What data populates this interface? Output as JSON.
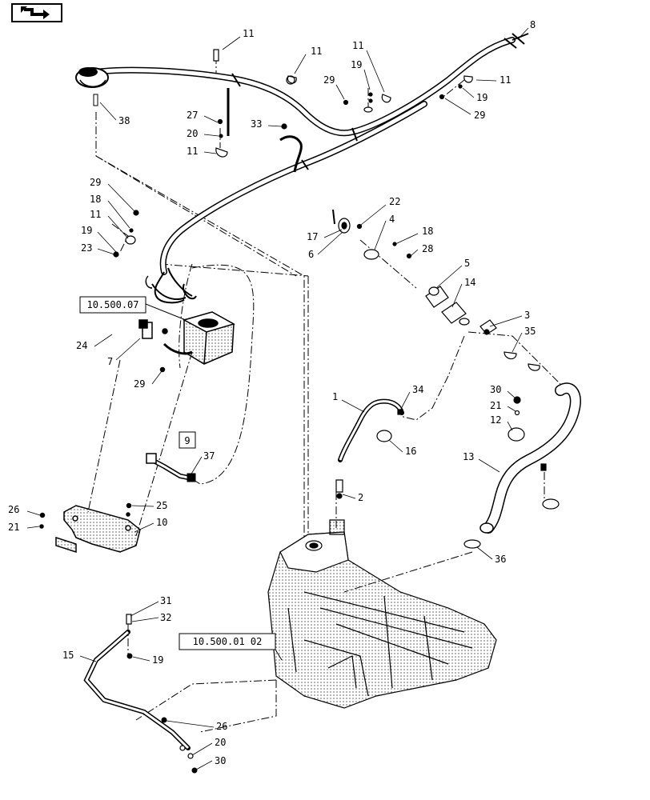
{
  "nav": {
    "icon": "page-turn-icon"
  },
  "references": {
    "ref_a": "10.500.07",
    "ref_b": "9",
    "ref_c": "10.500.01 02"
  },
  "callouts": {
    "c1": "1",
    "c2": "2",
    "c3": "3",
    "c4": "4",
    "c5": "5",
    "c6": "6",
    "c7": "7",
    "c8": "8",
    "c10": "10",
    "c11a": "11",
    "c11b": "11",
    "c11c": "11",
    "c11d": "11",
    "c11e": "11",
    "c11f": "11",
    "c12": "12",
    "c13": "13",
    "c14": "14",
    "c15": "15",
    "c16": "16",
    "c17": "17",
    "c18a": "18",
    "c18b": "18",
    "c19a": "19",
    "c19b": "19",
    "c19c": "19",
    "c19d": "19",
    "c20a": "20",
    "c20b": "20",
    "c21a": "21",
    "c21b": "21",
    "c22": "22",
    "c23": "23",
    "c24": "24",
    "c25": "25",
    "c26a": "26",
    "c26b": "26",
    "c27": "27",
    "c28": "28",
    "c29a": "29",
    "c29b": "29",
    "c29c": "29",
    "c29d": "29",
    "c30a": "30",
    "c30b": "30",
    "c31": "31",
    "c32": "32",
    "c33": "33",
    "c34": "34",
    "c35": "35",
    "c36": "36",
    "c37": "37",
    "c38": "38"
  },
  "colors": {
    "ink": "#000000",
    "paper": "#ffffff"
  }
}
